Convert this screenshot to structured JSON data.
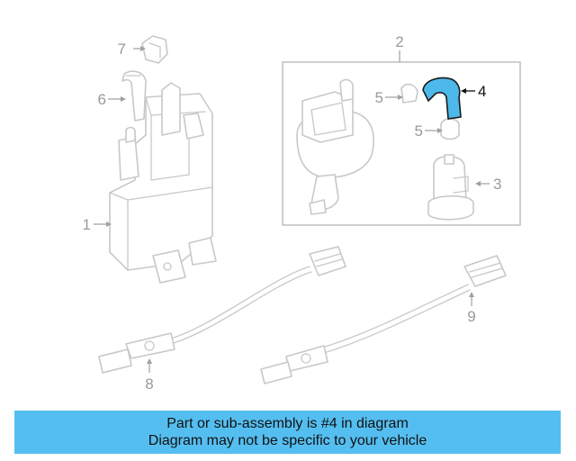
{
  "callouts": {
    "c1": "1",
    "c2": "2",
    "c3": "3",
    "c4": "4",
    "c5a": "5",
    "c5b": "5",
    "c6": "6",
    "c7": "7",
    "c8": "8",
    "c9": "9"
  },
  "highlight": {
    "part_number": "4",
    "color": "#4db8ea"
  },
  "banner": {
    "line1": "Part or sub-assembly is #4 in diagram",
    "line2": "Diagram may not be specific to your vehicle",
    "color": "#55bef0"
  }
}
